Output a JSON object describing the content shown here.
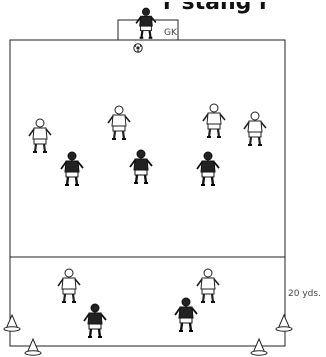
{
  "header": {
    "title_fragment": "r stang r"
  },
  "goal": {
    "label": "GK"
  },
  "field": {
    "zone_label": "20 yds."
  },
  "players": {
    "white_team": "white-kit",
    "black_team": "black-kit"
  },
  "icons": {
    "ball": "soccer-ball-icon",
    "cone": "cone-icon",
    "player": "player-icon"
  }
}
